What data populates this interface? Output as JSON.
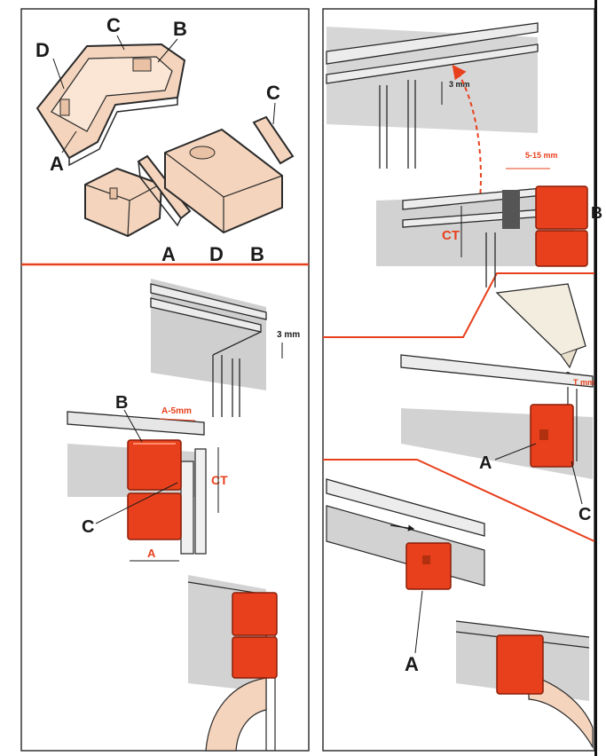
{
  "colors": {
    "accent": "#e8401c",
    "part_fill": "#f4d4bc",
    "shadow": "#c9c9c9",
    "outline": "#2a2a2a"
  },
  "panel_top_left": {
    "labels": [
      "C",
      "B",
      "D",
      "A",
      "C",
      "A",
      "D",
      "B"
    ]
  },
  "panel_bottom_left": {
    "gap": "3 mm",
    "label_b": "B",
    "dim_a5": "A-5mm",
    "label_ct": "CT",
    "label_c": "C",
    "label_a": "A"
  },
  "panel_right_top": {
    "gap": "3 mm",
    "dim_range": "5-15 mm",
    "label_ct": "CT",
    "label_b": "B"
  },
  "panel_right_middle": {
    "gap": "T mm",
    "label_a": "A",
    "label_c": "C"
  },
  "panel_right_bottom": {
    "label_a": "A"
  }
}
